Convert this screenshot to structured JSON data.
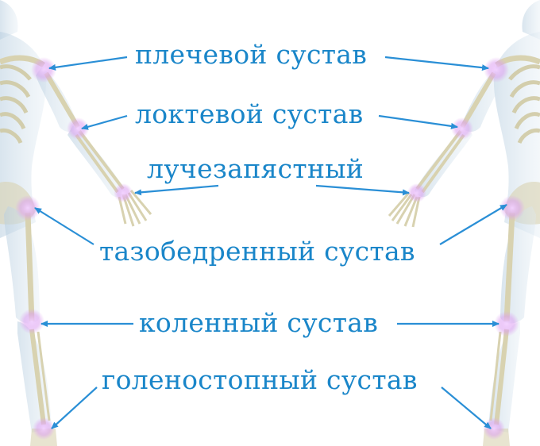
{
  "labels": {
    "shoulder": "плечевой сустав",
    "elbow": "локтевой сустав",
    "wrist": "лучезапястный",
    "hip": "тазобедренный сустав",
    "knee": "коленный сустав",
    "ankle": "голеностопный сустав"
  },
  "colors": {
    "label": "#1a86c9",
    "arrow": "#2a8fd6",
    "joint_glow": "#e6a8f5",
    "bone": "#d8d2b0",
    "body": "#c9dbe8"
  }
}
